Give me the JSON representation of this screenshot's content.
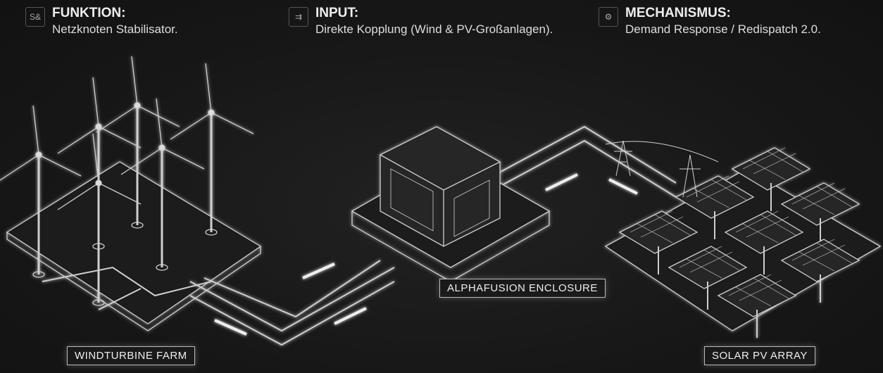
{
  "header": [
    {
      "icon": "stabilizer-icon",
      "glyph": "S&",
      "title": "FUNKTION:",
      "text": "Netzknoten Stabilisator."
    },
    {
      "icon": "input-arrows-icon",
      "glyph": "⇉",
      "title": "INPUT:",
      "text": "Direkte Kopplung (Wind & PV-Großanlagen)."
    },
    {
      "icon": "gear-icon",
      "glyph": "⚙",
      "title": "MECHANISMUS:",
      "text": "Demand Response / Redispatch 2.0."
    }
  ],
  "labels": {
    "wind": "WINDTURBINE FARM",
    "enclosure": "ALPHAFUSION ENCLOSURE",
    "solar": "SOLAR PV ARRAY"
  }
}
